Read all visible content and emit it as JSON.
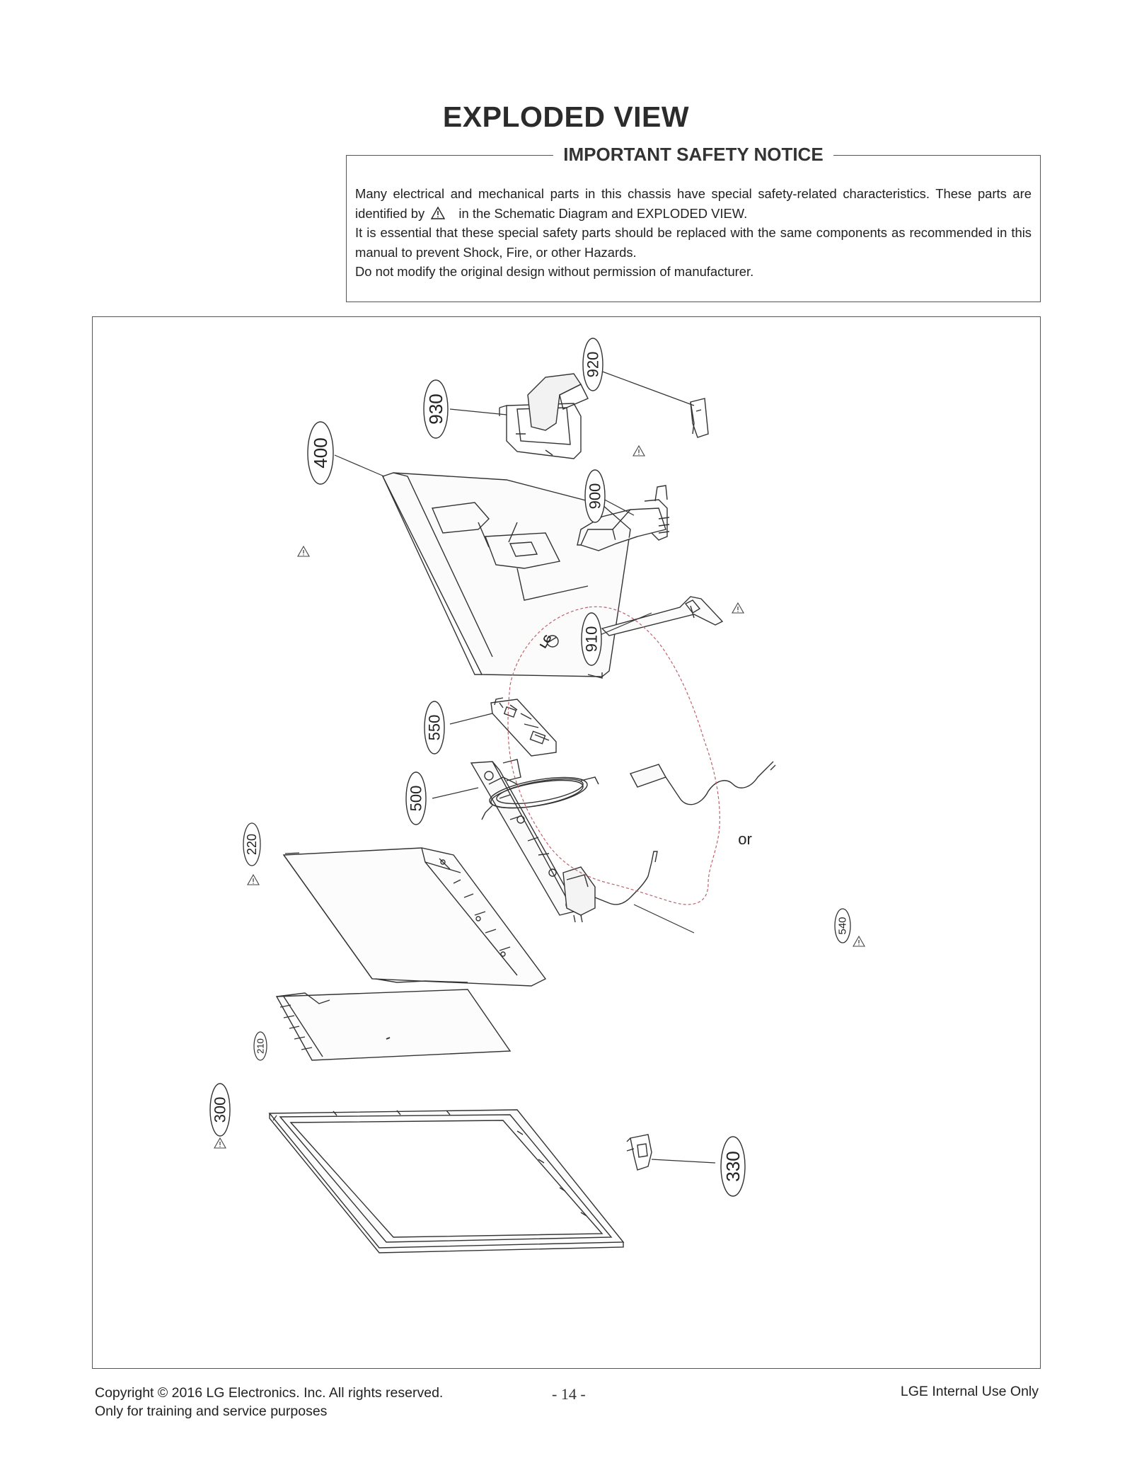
{
  "page": {
    "title": "EXPLODED VIEW"
  },
  "notice": {
    "title": "IMPORTANT SAFETY NOTICE",
    "line1_pre": "Many electrical and mechanical parts in this chassis have special safety-related characteristics. These parts are identified by",
    "line1_post": "in the Schematic Diagram and EXPLODED VIEW.",
    "line2": "It is essential that these special safety parts should be replaced with the same components as recommended in this manual to prevent Shock, Fire, or other Hazards.",
    "line3": "Do not modify the original design without permission of manufacturer.",
    "warning_icon": "warning-triangle-icon"
  },
  "diagram": {
    "part_labels": [
      "930",
      "920",
      "400",
      "900",
      "910",
      "550",
      "500",
      "220",
      "210",
      "300",
      "330",
      "540"
    ],
    "or_text": "or",
    "logo_text": "LG",
    "warning_icon": "warning-triangle-icon"
  },
  "footer": {
    "copyright": "Copyright  © 2016  LG Electronics. Inc. All rights reserved.",
    "purpose": "Only for training and service purposes",
    "page_number": "- 14 -",
    "internal": "LGE Internal Use Only"
  }
}
